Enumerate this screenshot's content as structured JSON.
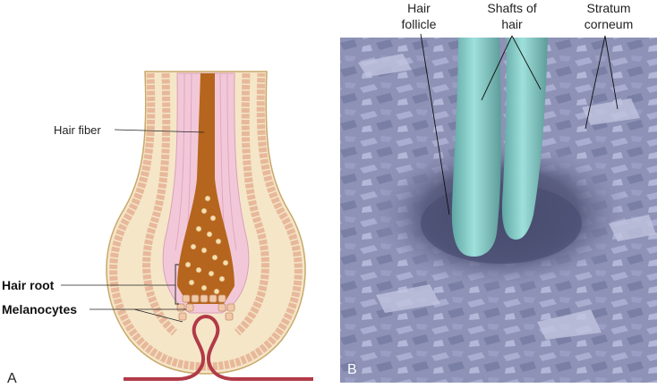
{
  "panel_a": {
    "letter": "A",
    "labels": {
      "hair_fiber": "Hair fiber",
      "hair_root": "Hair root",
      "melanocytes": "Melanocytes"
    }
  },
  "panel_b": {
    "letter": "B",
    "labels": {
      "hair_follicle_line1": "Hair",
      "hair_follicle_line2": "follicle",
      "shafts_line1": "Shafts of",
      "shafts_line2": "hair",
      "stratum_line1": "Stratum",
      "stratum_line2": "corneum"
    }
  },
  "colors": {
    "tissue": "#f5e6c8",
    "outline": "#c9a86a",
    "cell_fill": "#e8b89a",
    "cell_inner": "#f3d9c5",
    "pink_sheath": "#f2c8d8",
    "hair_fiber": "#b5651d",
    "dermis_line": "#b23a48",
    "sem_bg": "#8f93b8",
    "hair_shaft": "#8fd3d0"
  }
}
